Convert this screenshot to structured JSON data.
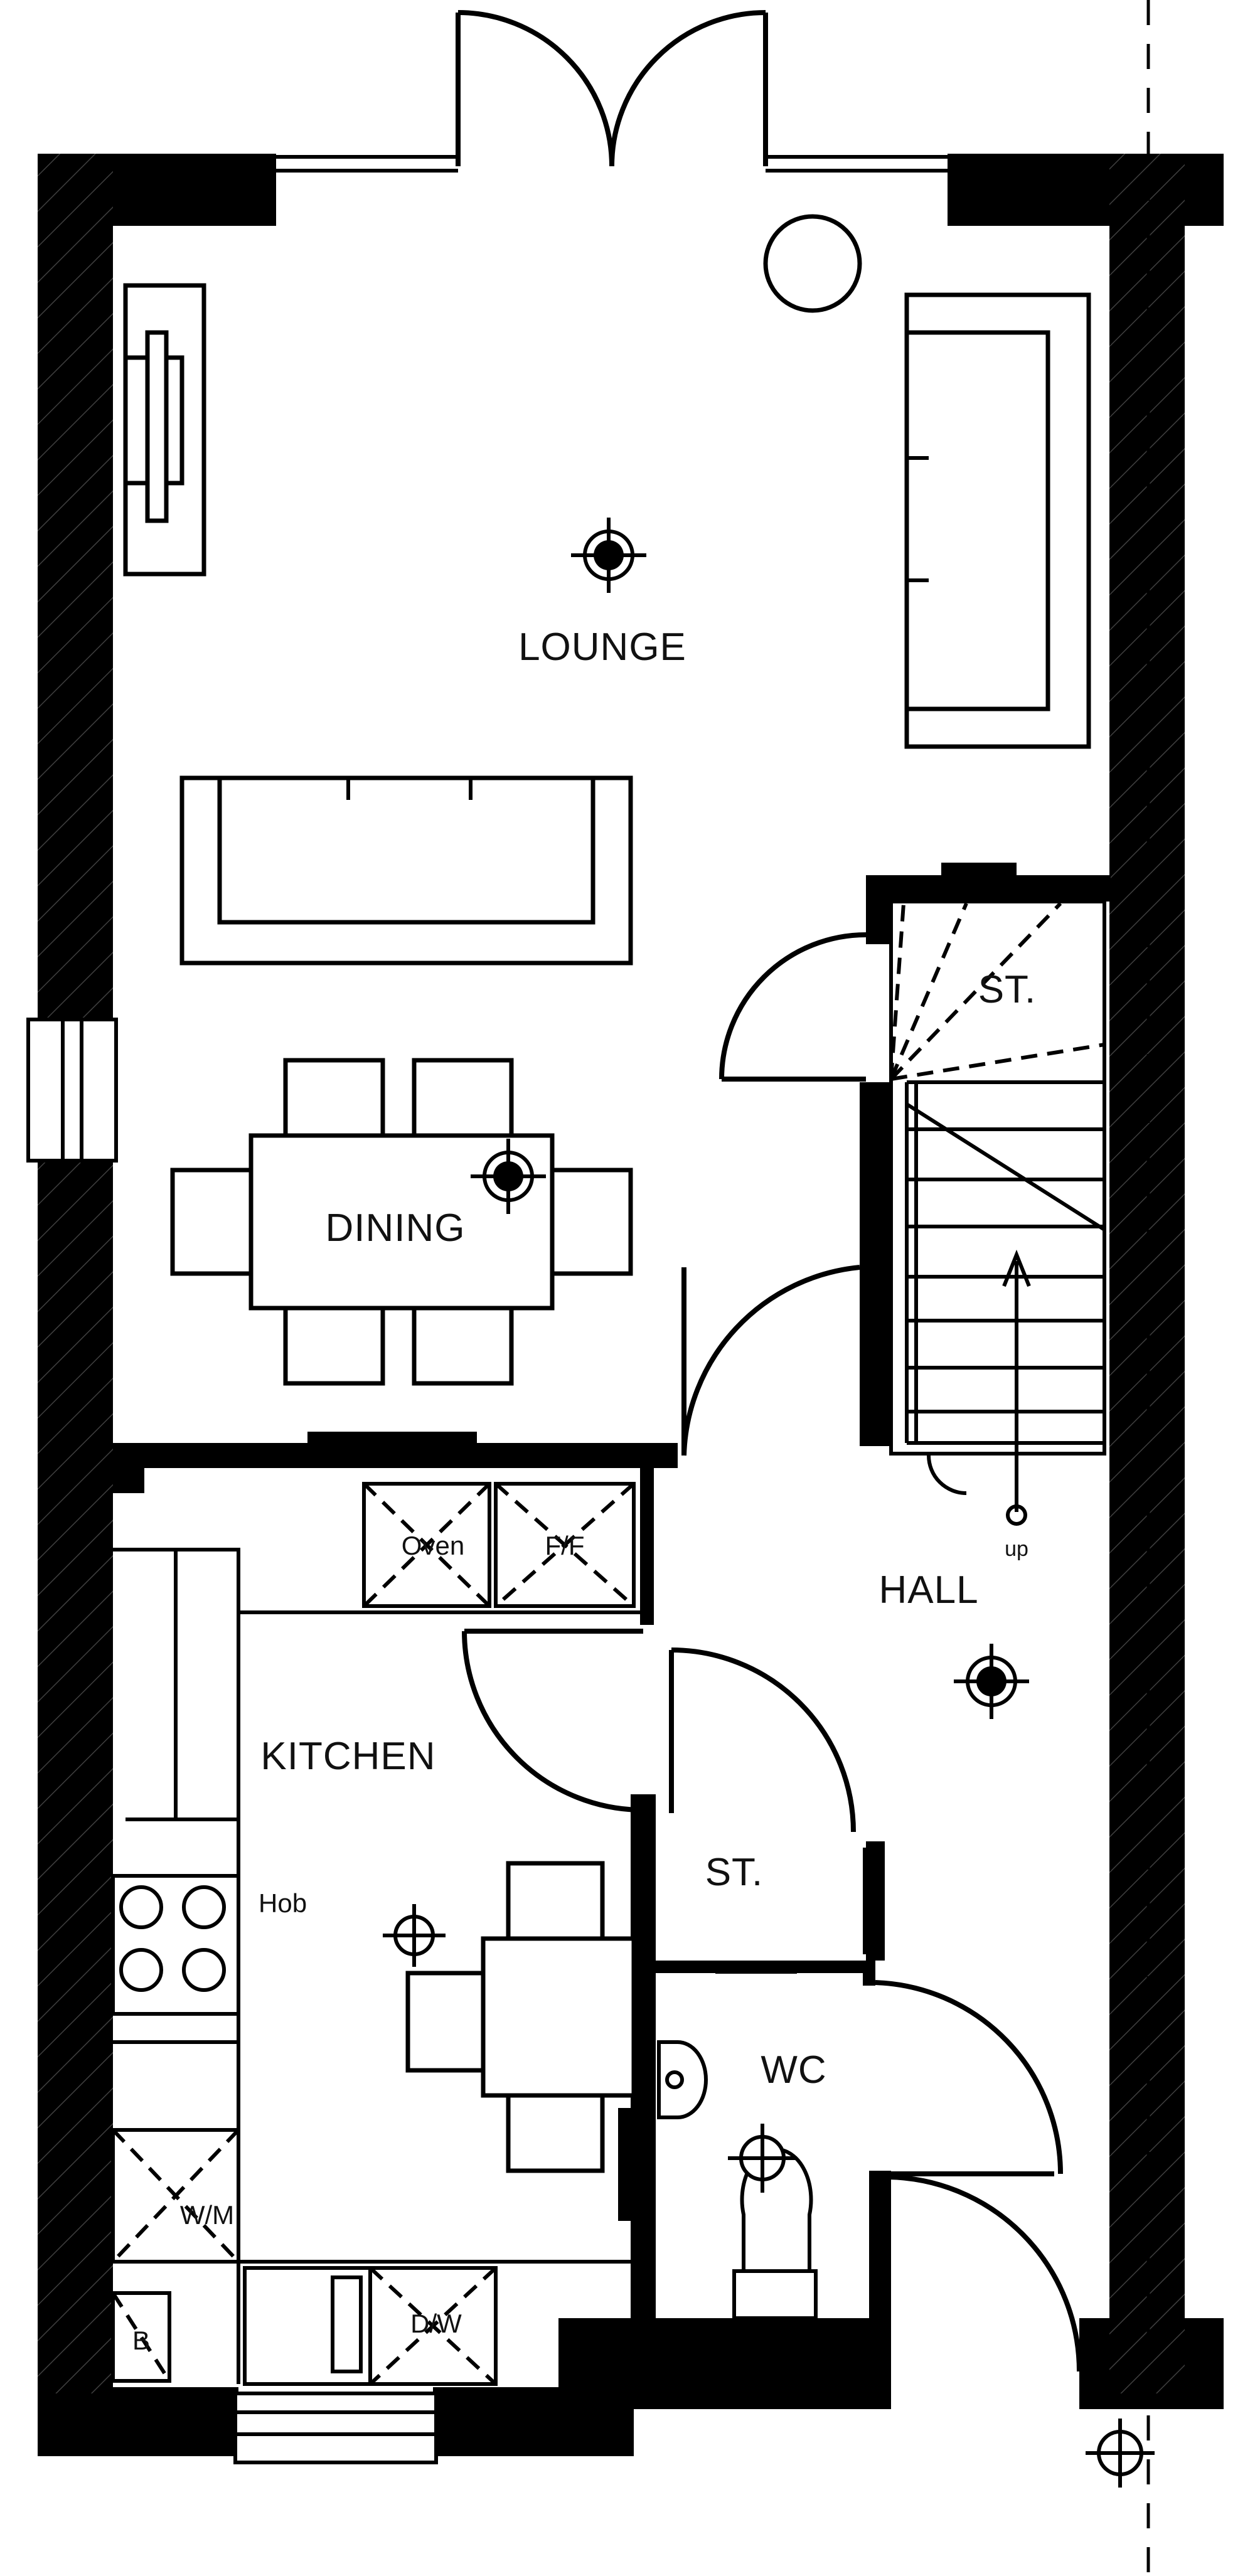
{
  "rooms": {
    "lounge": "LOUNGE",
    "dining": "DINING",
    "hall": "HALL",
    "kitchen": "KITCHEN",
    "store_stairs": "ST.",
    "store_hall": "ST.",
    "wc": "WC"
  },
  "appliances": {
    "oven": "Oven",
    "fridge_freezer": "F/F",
    "hob": "Hob",
    "washing_machine": "W/M",
    "dishwasher": "D/W",
    "boiler": "B"
  },
  "stairs": {
    "direction": "up"
  },
  "colors": {
    "walls": "#000000",
    "background": "#ffffff"
  }
}
